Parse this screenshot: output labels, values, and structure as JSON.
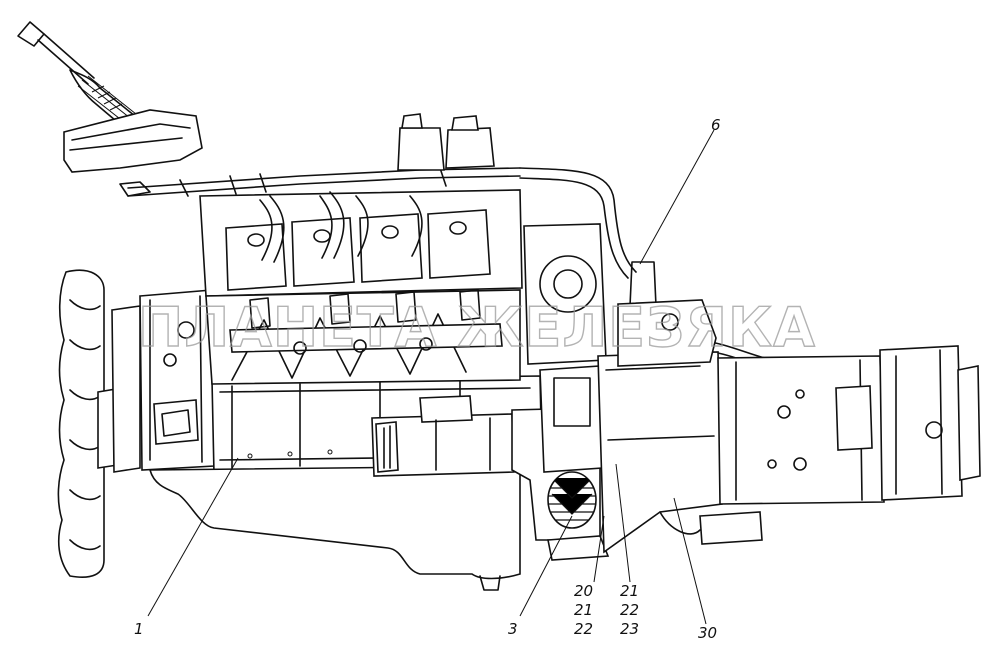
{
  "diagram": {
    "watermark": "ПЛАНЕТА ЖЕЛЕЗЯКА",
    "callouts": [
      {
        "id": "c1",
        "lines": [
          "1"
        ]
      },
      {
        "id": "c3",
        "lines": [
          "3"
        ]
      },
      {
        "id": "c6",
        "lines": [
          "6"
        ]
      },
      {
        "id": "c20",
        "lines": [
          "20",
          "21",
          "22"
        ]
      },
      {
        "id": "c21",
        "lines": [
          "21",
          "22",
          "23"
        ]
      },
      {
        "id": "c30",
        "lines": [
          "30"
        ]
      }
    ],
    "parts": [
      "fan",
      "engine-block",
      "oil-pan",
      "cylinder-heads",
      "valve-covers",
      "fuel-lines",
      "starter",
      "clutch-housing",
      "gearbox",
      "gear-shift-lever",
      "expansion-tanks",
      "shift-rod",
      "pipe"
    ]
  }
}
